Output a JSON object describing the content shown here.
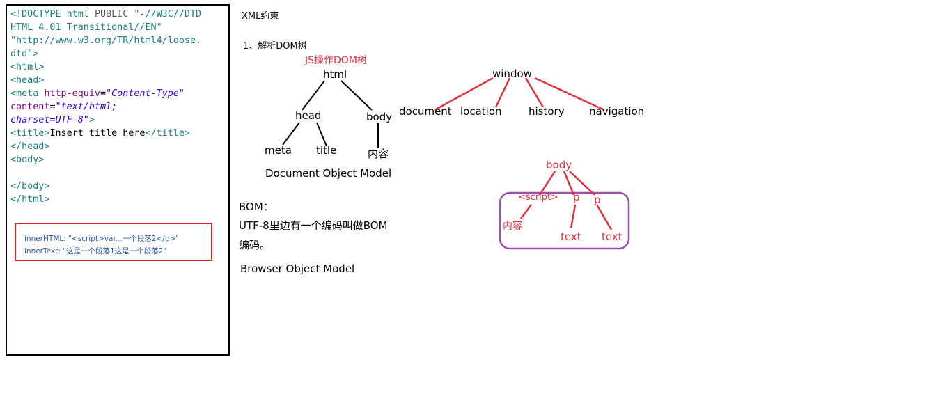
{
  "code_panel": {
    "lines": [
      "<!DOCTYPE html PUBLIC \"-//W3C//DTD",
      "HTML 4.01 Transitional//EN\"",
      "\"http://www.w3.org/TR/html4/loose.",
      "dtd\">",
      "<html>",
      "<head>",
      "<meta http-equiv=\"Content-Type\"",
      "content=\"text/html;",
      "charset=UTF-8\">",
      "<title>Insert title here</title>",
      "</head>",
      "<body>",
      "",
      "</body>",
      "</html>"
    ],
    "inner_html_label": "innerHTML:",
    "inner_html_value": "\"<script>var...一个段落2</p>\"",
    "inner_text_label": "innerText:",
    "inner_text_value": "\"这是一个段落1这是一个段落2\""
  },
  "heading": "XML约束",
  "section1": "1、解析DOM树",
  "js_label": "JS操作DOM树",
  "dom_tree": {
    "html": "html",
    "head": "head",
    "body": "body",
    "meta": "meta",
    "title": "title",
    "content": "内容",
    "caption": "Document Object Model"
  },
  "bom_tree": {
    "window": "window",
    "document": "document",
    "location": "location",
    "history": "history",
    "navigation": "navigation"
  },
  "bom_text": {
    "label": "BOM：",
    "desc1": "UTF-8里边有一个编码叫做BOM",
    "desc2": "编码。",
    "caption": "Browser Object Model"
  },
  "red_tree": {
    "body": "body",
    "script": "<script>",
    "p1": "p",
    "p2": "p",
    "content": "内容",
    "text1": "text",
    "text2": "text"
  },
  "colors": {
    "red": "#e0303a",
    "purple": "#9b4fa8",
    "blue_text": "#2f5aa8",
    "border_red": "#e02020"
  }
}
